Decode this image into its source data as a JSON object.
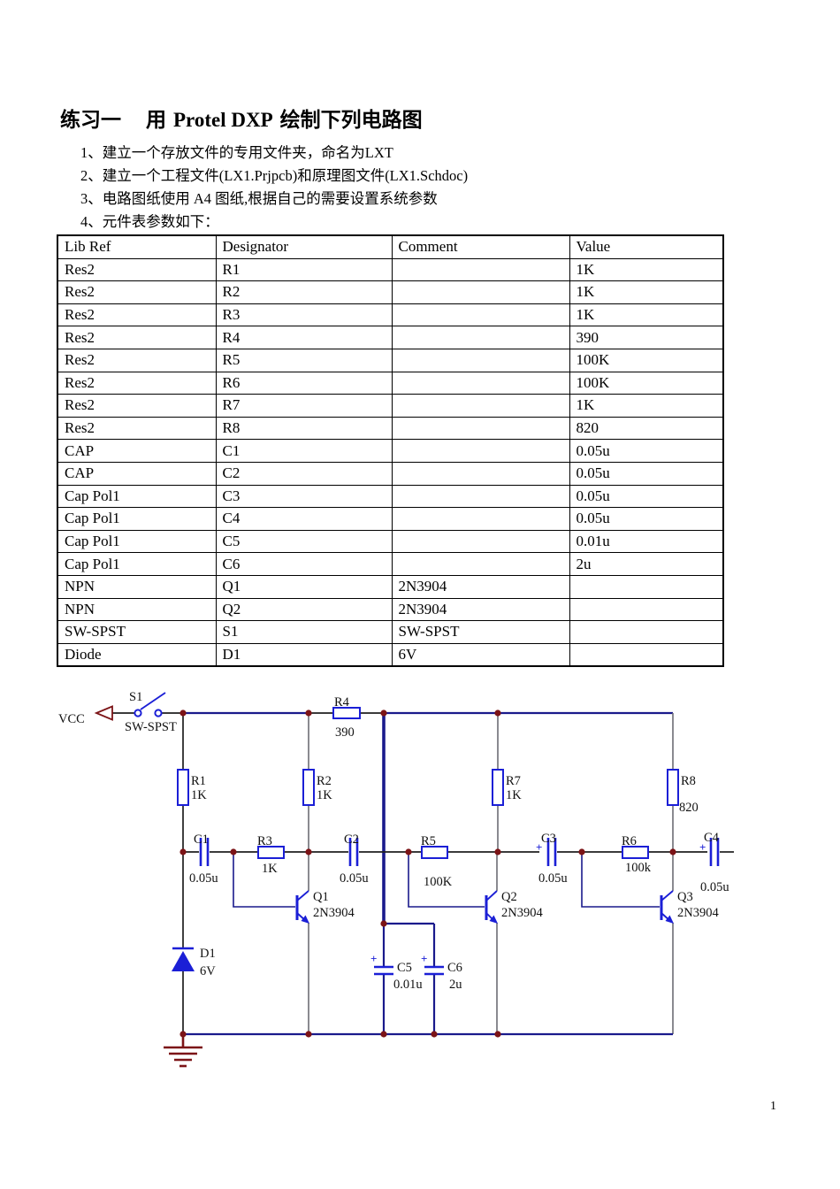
{
  "doc": {
    "title": {
      "part1": "练习一",
      "part2": "用",
      "part3": "Protel DXP",
      "part4": "绘制下列电路图"
    },
    "items": [
      "1、建立一个存放文件的专用文件夹，命名为LXT",
      "2、建立一个工程文件(LX1.Prjpcb)和原理图文件(LX1.Schdoc)",
      "3、电路图纸使用 A4 图纸,根据自己的需要设置系统参数",
      "4、元件表参数如下："
    ],
    "page_number": "1"
  },
  "table": {
    "headers": [
      "Lib Ref",
      "Designator",
      "Comment",
      "Value"
    ],
    "rows": [
      [
        "Res2",
        "R1",
        "",
        "1K"
      ],
      [
        "Res2",
        "R2",
        "",
        "1K"
      ],
      [
        "Res2",
        "R3",
        "",
        "1K"
      ],
      [
        "Res2",
        "R4",
        "",
        "390"
      ],
      [
        "Res2",
        "R5",
        "",
        "100K"
      ],
      [
        "Res2",
        "R6",
        "",
        "100K"
      ],
      [
        "Res2",
        "R7",
        "",
        "1K"
      ],
      [
        "Res2",
        "R8",
        "",
        "820"
      ],
      [
        "CAP",
        "C1",
        "",
        "0.05u"
      ],
      [
        "CAP",
        "C2",
        "",
        "0.05u"
      ],
      [
        "Cap Pol1",
        "C3",
        "",
        "0.05u"
      ],
      [
        "Cap Pol1",
        "C4",
        "",
        "0.05u"
      ],
      [
        "Cap Pol1",
        "C5",
        "",
        "0.01u"
      ],
      [
        "Cap Pol1",
        "C6",
        "",
        "2u"
      ],
      [
        "NPN",
        "Q1",
        "2N3904",
        ""
      ],
      [
        "NPN",
        "Q2",
        "2N3904",
        ""
      ],
      [
        "SW-SPST",
        "S1",
        "SW-SPST",
        ""
      ],
      [
        "Diode",
        "D1",
        "6V",
        ""
      ]
    ]
  },
  "schematic": {
    "vcc": "VCC",
    "s1": {
      "ref": "S1",
      "comment": "SW-SPST"
    },
    "r1": {
      "ref": "R1",
      "value": "1K"
    },
    "r2": {
      "ref": "R2",
      "value": "1K"
    },
    "r3": {
      "ref": "R3",
      "value": "1K"
    },
    "r4": {
      "ref": "R4",
      "value": "390"
    },
    "r5": {
      "ref": "R5",
      "value": "100K"
    },
    "r6": {
      "ref": "R6",
      "value": "100k"
    },
    "r7": {
      "ref": "R7",
      "value": "1K"
    },
    "r8": {
      "ref": "R8",
      "value": "820"
    },
    "c1": {
      "ref": "C1",
      "value": "0.05u"
    },
    "c2": {
      "ref": "C2",
      "value": "0.05u"
    },
    "c3": {
      "ref": "C3",
      "value": "0.05u",
      "plus": "+"
    },
    "c4": {
      "ref": "C4",
      "value": "0.05u",
      "plus": "+"
    },
    "c5": {
      "ref": "C5",
      "value": "0.01u",
      "plus": "+"
    },
    "c6": {
      "ref": "C6",
      "value": "2u",
      "plus": "+"
    },
    "q1": {
      "ref": "Q1",
      "value": "2N3904"
    },
    "q2": {
      "ref": "Q2",
      "value": "2N3904"
    },
    "q3": {
      "ref": "Q3",
      "value": "2N3904"
    },
    "d1": {
      "ref": "D1",
      "value": "6V"
    }
  },
  "colors": {
    "rail_wire": "#1a1a8c",
    "component_blue": "#1b1fd6",
    "junction_dot": "#7c1417",
    "signal_wire": "#1f1f1f",
    "stub_wire": "#75757d"
  }
}
